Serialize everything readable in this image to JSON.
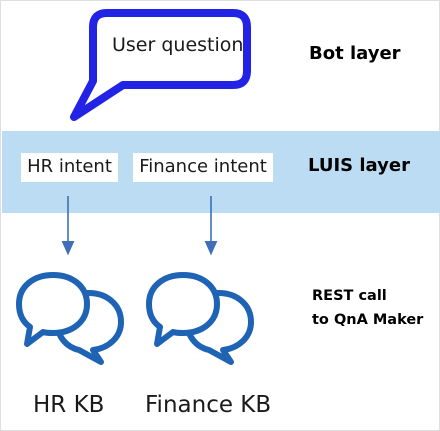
{
  "diagram": {
    "bubble_text": "User question",
    "bot_layer_label": "Bot layer",
    "luis_layer_label": "LUIS layer",
    "hr_intent_label": "HR intent",
    "finance_intent_label": "Finance intent",
    "rest_call_line1": "REST call",
    "rest_call_line2": "to QnA Maker",
    "hr_kb_label": "HR KB",
    "finance_kb_label": "Finance KB"
  },
  "colors": {
    "bubble_stroke": "#2323e6",
    "luis_band": "#bcdcf3",
    "arrow": "#3e6fb8",
    "chat_icon": "#1f63b5"
  }
}
